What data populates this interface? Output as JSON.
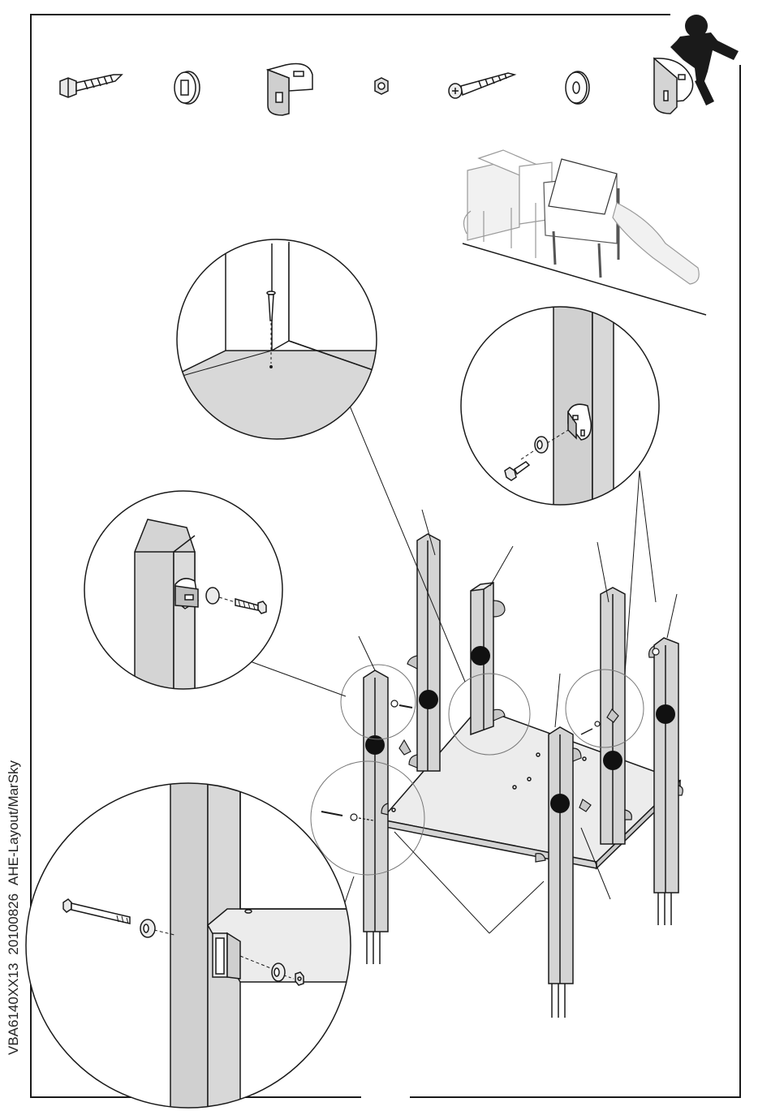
{
  "footer_caption": {
    "code": "VBA6140XX13",
    "date": "20100826",
    "credit": "AHE-Layout/MarSky"
  },
  "hardware_parts": [
    {
      "icon": "lag-screw"
    },
    {
      "icon": "square-hole-washer"
    },
    {
      "icon": "angle-bracket"
    },
    {
      "icon": "hex-nut"
    },
    {
      "icon": "wood-screw"
    },
    {
      "icon": "round-washer"
    },
    {
      "icon": "round-bracket"
    }
  ],
  "colors": {
    "line": "#1a1a1a",
    "post_fill": "#d4d4d4",
    "deck_fill": "#e6e6e6",
    "marker": "#111111",
    "logo": "#1a1a1a"
  }
}
